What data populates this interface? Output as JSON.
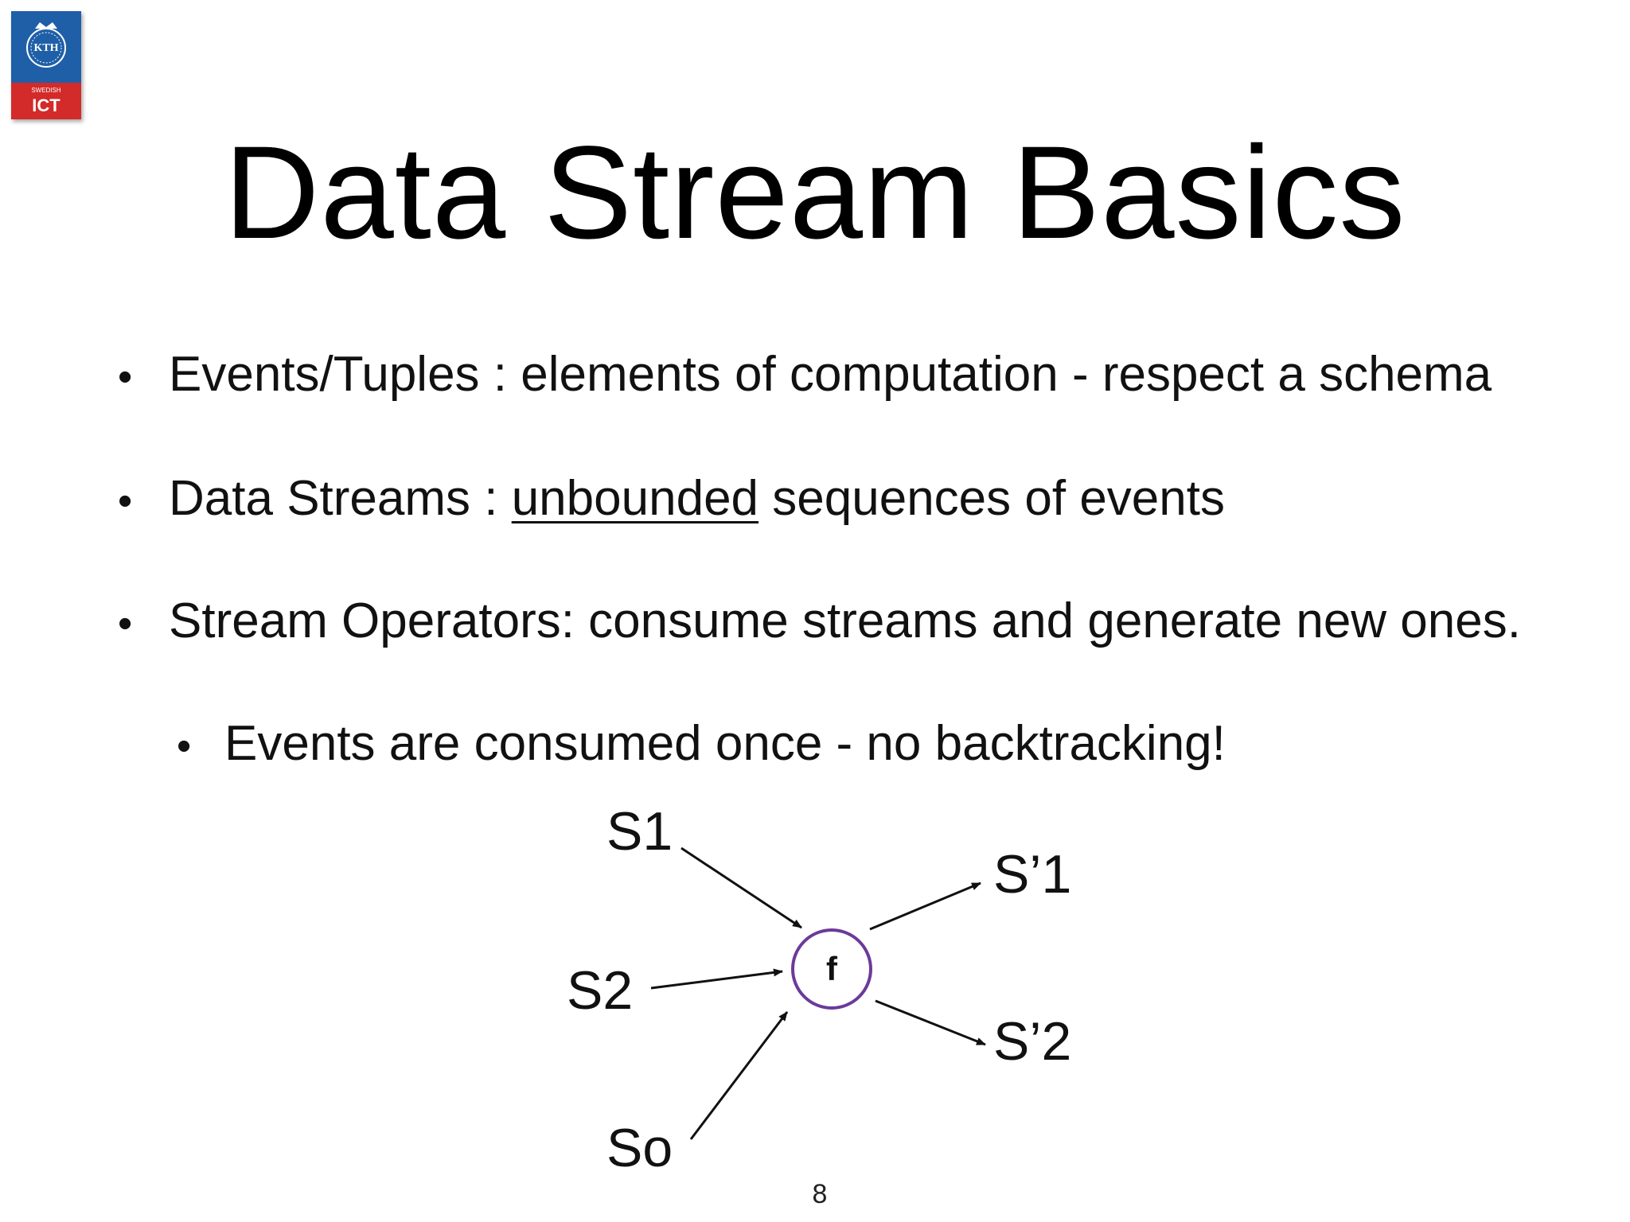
{
  "logo": {
    "top_text": "KTH",
    "bottom_text": "SWEDISH",
    "mark": "ICT",
    "colors": {
      "top": "#1f5fa8",
      "bottom": "#d32a2a"
    }
  },
  "slide": {
    "title": "Data Stream Basics",
    "bullets": [
      {
        "text": "Events/Tuples : elements of computation - respect a schema"
      },
      {
        "pre": "Data Streams : ",
        "underlined": "unbounded",
        "post": " sequences of events"
      },
      {
        "text": "Stream Operators: consume streams and generate new ones."
      },
      {
        "text": "Events are consumed once - no backtracking!",
        "level": 2
      }
    ],
    "bullet_symbol": "•",
    "page_number": "8"
  },
  "diagram": {
    "operator": "f",
    "operator_color": "#6b3a9a",
    "inputs": [
      "S1",
      "S2",
      "So"
    ],
    "outputs": [
      "S’1",
      "S’2"
    ]
  }
}
